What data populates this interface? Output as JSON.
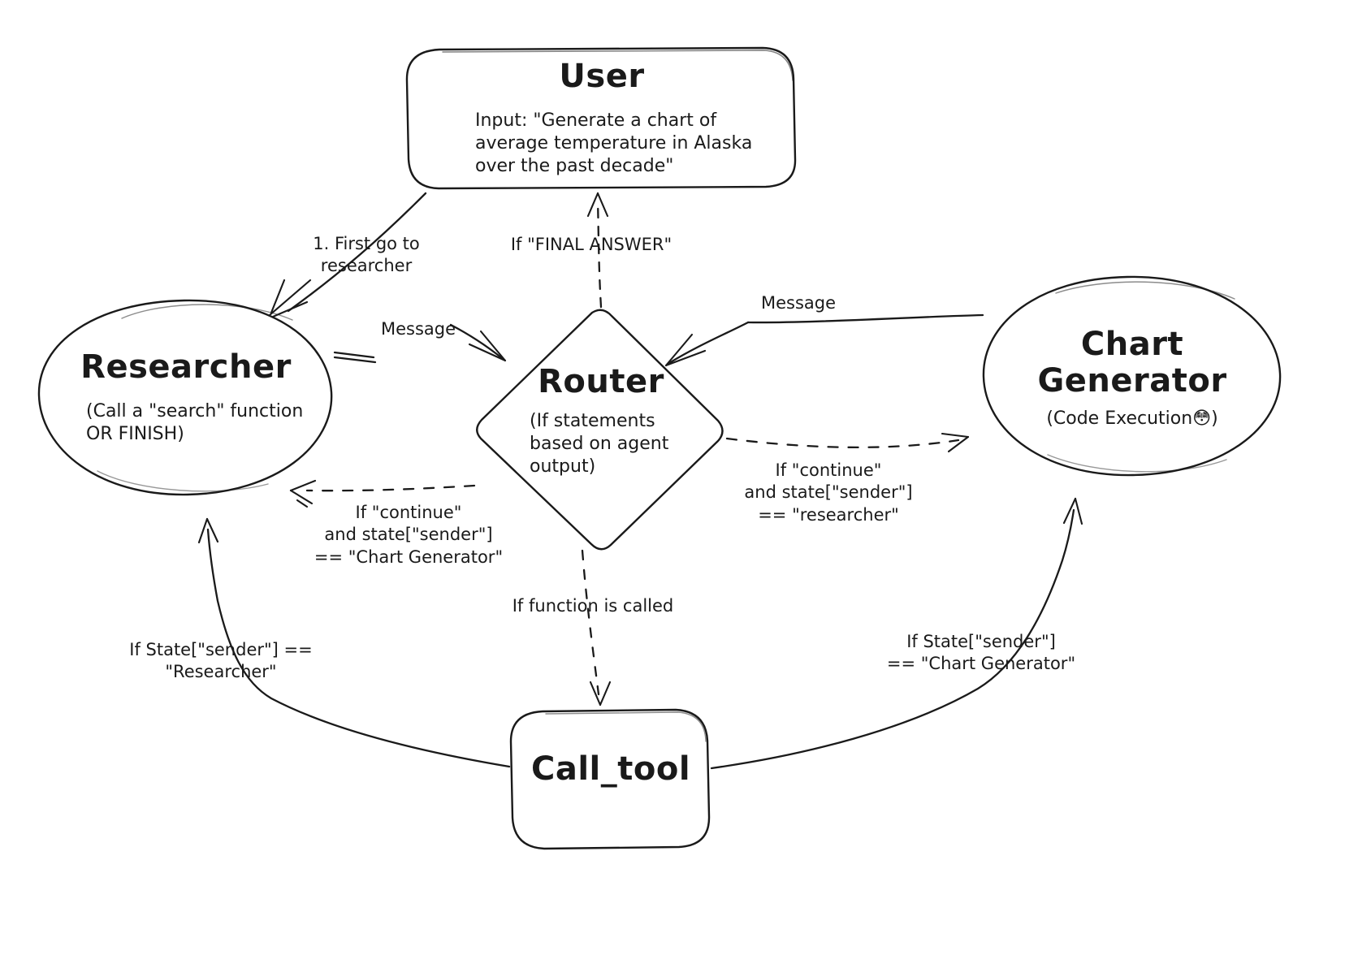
{
  "diagram": {
    "title": "Multi-agent collaboration graph",
    "background": "#ffffff",
    "ink_color": "#1a1a1a"
  },
  "nodes": {
    "user": {
      "title": "User",
      "subtitle": "Input: \"Generate a chart of\naverage temperature in Alaska\nover the past decade\"",
      "shape": "rounded-rectangle"
    },
    "researcher": {
      "title": "Researcher",
      "subtitle": "(Call a \"search\" function\nOR FINISH)",
      "shape": "ellipse"
    },
    "router": {
      "title": "Router",
      "subtitle": "(If statements\nbased on agent\noutput)",
      "shape": "diamond"
    },
    "chart_generator": {
      "title": "Chart\nGenerator",
      "subtitle": "(Code Execution😳)",
      "shape": "ellipse"
    },
    "call_tool": {
      "title": "Call_tool",
      "subtitle": "",
      "shape": "rounded-rectangle"
    }
  },
  "edges": [
    {
      "id": "user-to-researcher",
      "from": "user",
      "to": "researcher",
      "label": "1. First go to\nresearcher",
      "style": "solid",
      "arrow": "to"
    },
    {
      "id": "researcher-to-router",
      "from": "researcher",
      "to": "router",
      "label": "Message",
      "style": "solid",
      "arrow": "to"
    },
    {
      "id": "chart-generator-to-router",
      "from": "chart_generator",
      "to": "router",
      "label": "Message",
      "style": "solid",
      "arrow": "to"
    },
    {
      "id": "router-to-user",
      "from": "router",
      "to": "user",
      "label": "If \"FINAL ANSWER\"",
      "style": "dashed",
      "arrow": "to"
    },
    {
      "id": "router-to-researcher",
      "from": "router",
      "to": "researcher",
      "label": "If \"continue\"\nand state[\"sender\"]\n== \"Chart Generator\"",
      "style": "dashed",
      "arrow": "to"
    },
    {
      "id": "router-to-chart-generator",
      "from": "router",
      "to": "chart_generator",
      "label": "If \"continue\"\nand state[\"sender\"]\n== \"researcher\"",
      "style": "dashed",
      "arrow": "to"
    },
    {
      "id": "router-to-call-tool",
      "from": "router",
      "to": "call_tool",
      "label": "If function is called",
      "style": "dashed",
      "arrow": "to"
    },
    {
      "id": "call-tool-to-researcher",
      "from": "call_tool",
      "to": "researcher",
      "label": "If State[\"sender\"] ==\n\"Researcher\"",
      "style": "solid",
      "arrow": "to"
    },
    {
      "id": "call-tool-to-chart-generator",
      "from": "call_tool",
      "to": "chart_generator",
      "label": "If State[\"sender\"]\n== \"Chart Generator\"",
      "style": "solid",
      "arrow": "to"
    }
  ]
}
